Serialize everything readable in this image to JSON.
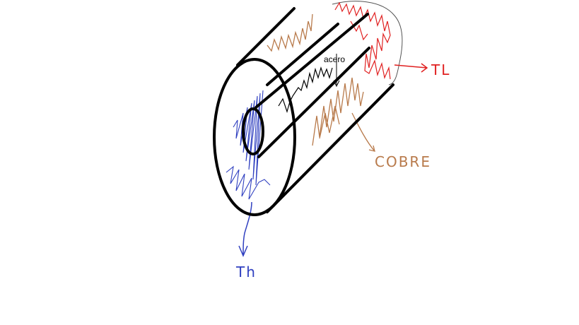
{
  "labels": {
    "acero": "acero",
    "tl": "TL",
    "cobre": "COBRE",
    "th": "Th"
  },
  "colors": {
    "outline": "#000000",
    "steel_scribble": "#000000",
    "copper": "#b87a4b",
    "hot_side": "#e02020",
    "cold_side": "#3040c0",
    "background": "#ffffff"
  }
}
